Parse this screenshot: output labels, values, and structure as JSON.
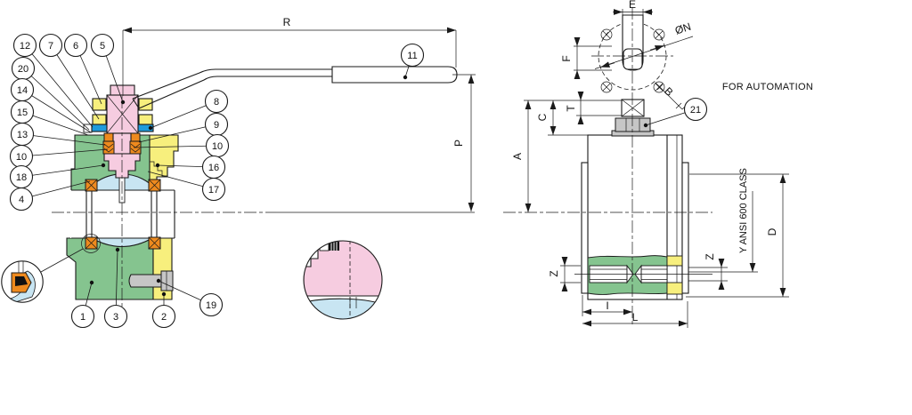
{
  "drawing": {
    "type": "ball-valve-sectional-drawing",
    "labels": {
      "r": "R",
      "p": "P",
      "e": "E",
      "f": "F",
      "diameter_n": "ØN",
      "b": "B",
      "t": "T",
      "c": "C",
      "a": "A",
      "z_left": "Z",
      "z_right": "Z",
      "y_class": "Y ANSI 600 CLASS",
      "d": "D",
      "i": "I",
      "l": "L"
    },
    "notes": {
      "automation": "FOR AUTOMATION"
    },
    "callouts": [
      "12",
      "7",
      "6",
      "5",
      "20",
      "14",
      "15",
      "13",
      "10",
      "18",
      "4",
      "8",
      "9",
      "10",
      "16",
      "17",
      "1",
      "3",
      "2",
      "19",
      "11",
      "21"
    ],
    "colors": {
      "body_green": "#85C48F",
      "cap_yellow": "#F7EF7D",
      "stem_pink": "#F6CCE0",
      "plate_blue": "#1F9BDC",
      "seal_orange": "#EE8A1E",
      "ball_blue": "#C8E5F2",
      "bolt_gray": "#C6C6C6",
      "line": "#1A1A1A"
    }
  }
}
